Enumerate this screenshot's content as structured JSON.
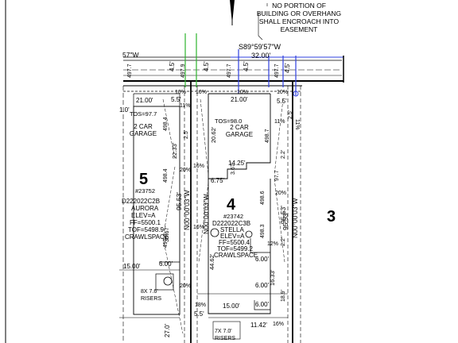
{
  "note": {
    "line1": "NO PORTION OF",
    "line2": "BUILDING OR OVERHANG",
    "line3": "SHALL ENCROACH INTO",
    "line4": "EASEMENT"
  },
  "top_bearing": "S89°59'57\"W",
  "top_distance": "32.00'",
  "top_left_bearing": "57\"W",
  "easement_dims": [
    "4.5'",
    "4.5'",
    "4.5'",
    "4.5'"
  ],
  "elevations_top": [
    "497.9",
    "497.7",
    "497.7",
    "497.7"
  ],
  "top_grades": [
    "10%",
    "10%",
    "10%",
    "10%"
  ],
  "lot5": {
    "number": "5",
    "plan_id": "#23752",
    "plan_code": "D222022C2B",
    "model": "AURORA",
    "elev": "ELEV=A",
    "ff": "FF=5500.1",
    "tof": "TOF=5498.9",
    "foundation": "CRAWLSPACE",
    "front_width": "21.00'",
    "tos": "TOS=97.7",
    "garage_line1": "2 CAR",
    "garage_line2": "GARAGE",
    "bearing": "N00°00'03\"W",
    "depth": "95.53'",
    "left_dim": "22.33'",
    "mid_dim": "35.67'",
    "left_elev": "498.4",
    "left_elev2": "498.4",
    "left_elev3": "497.9",
    "grades": [
      "11%",
      "20%",
      "16%",
      "20%"
    ],
    "setback": "5.5'",
    "setback_b": "2.5'",
    "lower_dim": "15.00'",
    "lower_dim2": "6.00'",
    "risers": "8X 7.6'",
    "risers_label": "RISERS",
    "bottom_dim": "27.0'",
    "bottom_setback": "5.5'",
    "side_dim_a": "1.0'"
  },
  "lot4": {
    "number": "4",
    "plan_id": "#23742",
    "plan_code": "D222022C3B",
    "model": "STELLA",
    "elev": "ELEV=A",
    "ff": "FF=5500.4",
    "tof": "TOF=5499.2",
    "foundation": "CRAWLSPACE",
    "front_width": "21.00'",
    "tos": "TOS=98.0",
    "garage_line1": "2 CAR",
    "garage_line2": "GARAGE",
    "bearing": "N00°00'03\"W",
    "depth": "95.53'",
    "garage_depth": "20.62'",
    "width_dim": "14.25'",
    "small_dim": "6.75'",
    "small_dim2": "3.67'",
    "side_dim": "44.62'",
    "right_dims": [
      "6.00'",
      "6.00'",
      "6.00'",
      "16.33'"
    ],
    "right_elevs": [
      "498.7",
      "498.6",
      "498.3",
      "97.7"
    ],
    "grades": [
      "11%",
      "16%",
      "12%",
      "20%",
      "18%"
    ],
    "lower_dim": "15.00'",
    "lower_dim2": "11.42'",
    "risers": "7X 7.0'",
    "risers_label": "RISERS",
    "setback": "5.5'",
    "setback_b": "2.5'"
  },
  "lot3": {
    "number": "3",
    "bearing": "N00°00'03\"W",
    "depth": "95.53'",
    "dims": [
      "2.2'",
      "2.2'",
      "18.9'"
    ],
    "grades": [
      "11%",
      "16%"
    ]
  },
  "colors": {
    "line": "#000000",
    "marker_green": "#2db52d",
    "marker_blue": "#3040e0"
  }
}
